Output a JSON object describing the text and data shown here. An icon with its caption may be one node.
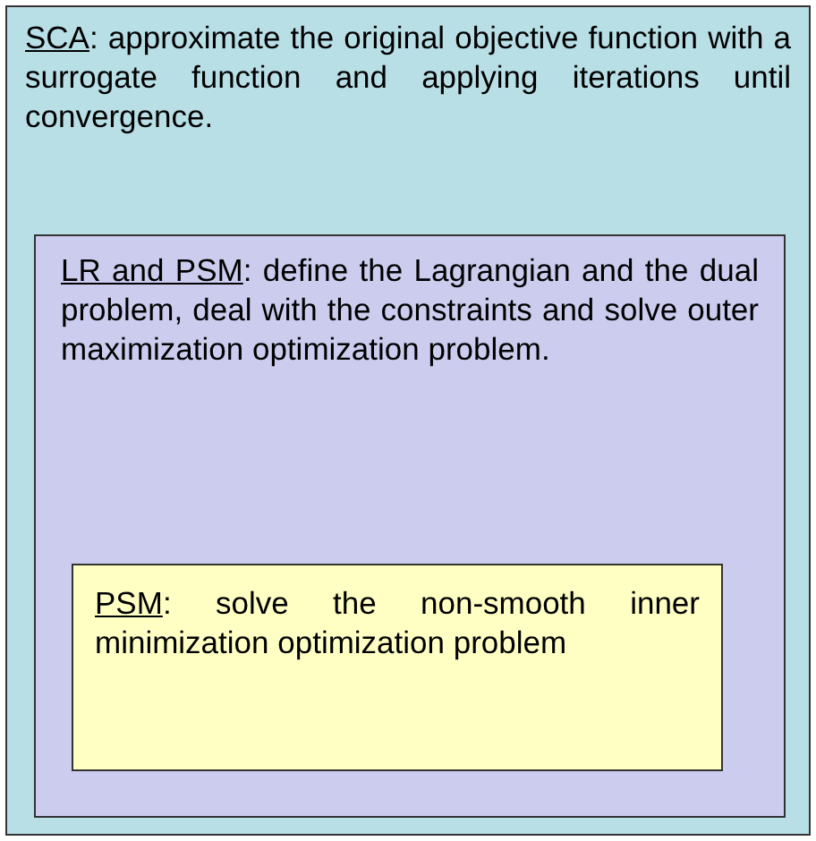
{
  "diagram": {
    "nodes": [
      {
        "text": [
          "SCA: approximate the original objective function with a surrogate function and applying iterations until convergence."
        ]
      },
      {
        "text": [
          "LR and PSM: define the Lagrangian and the dual problem, deal with the constraints and solve outer maximization optimization problem."
        ],
        "in": 0
      },
      {
        "text": [
          "PSM: solve the non-smooth inner minimization optimization problem"
        ],
        "in": 1
      }
    ]
  }
}
